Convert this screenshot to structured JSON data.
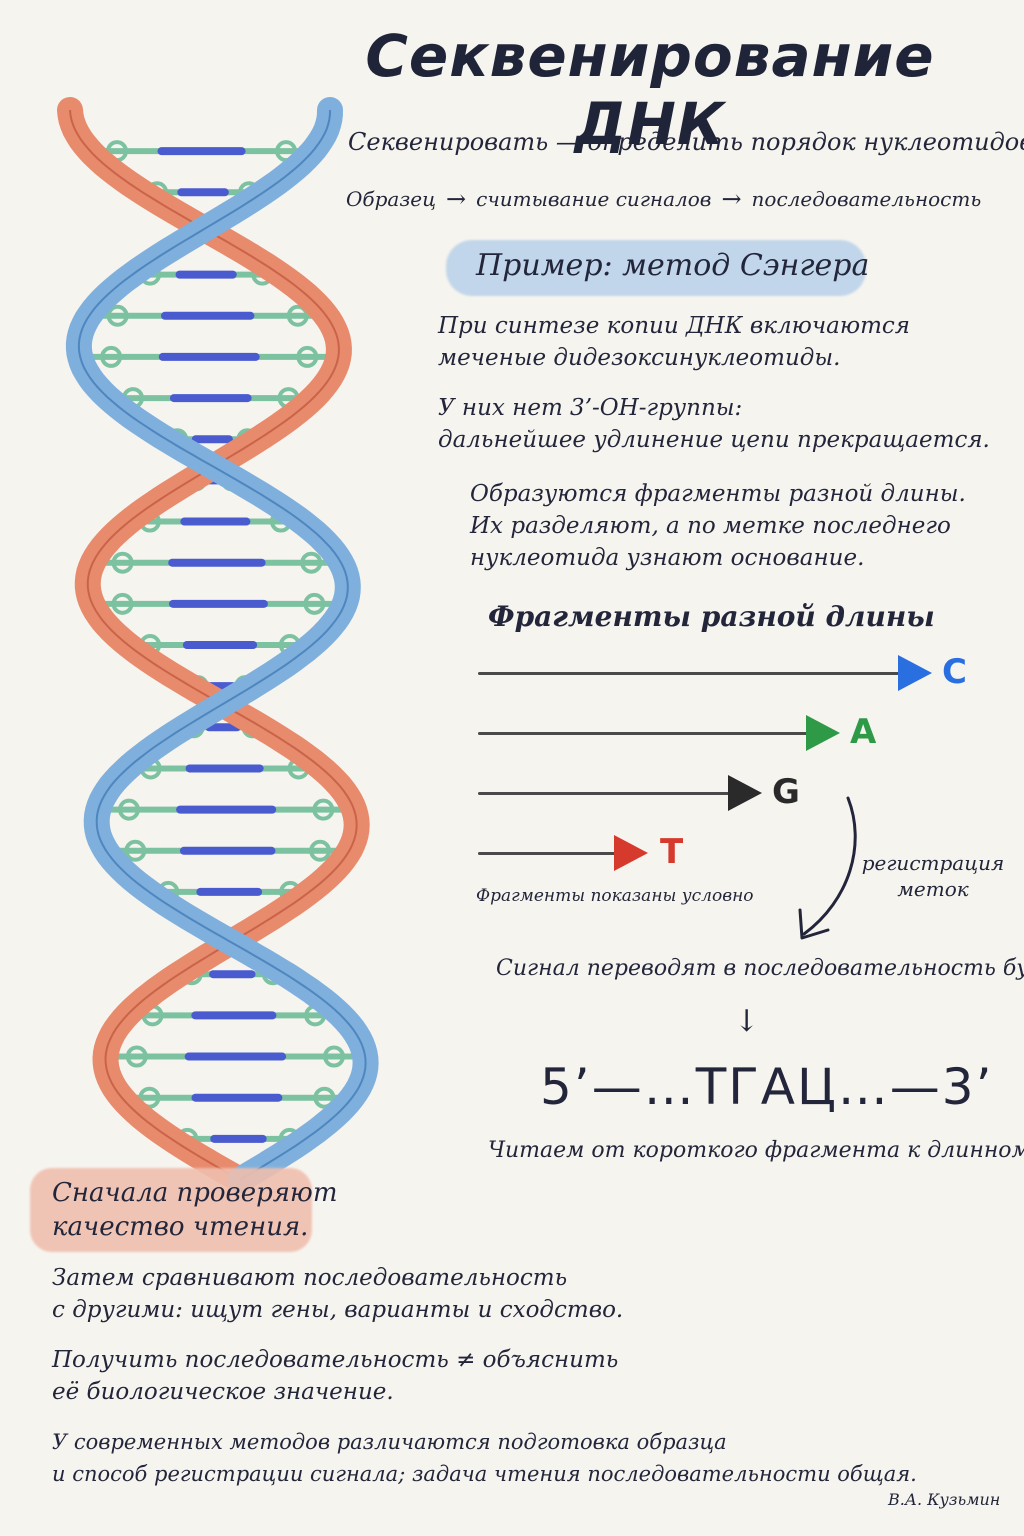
{
  "title": "Секвенирование ДНК",
  "definition": "Секвенировать — определить порядок нуклеотидов.",
  "flow": {
    "step1": "Образец",
    "step2": "считывание сигналов",
    "step3": "последовательность",
    "arrow": "→"
  },
  "example_heading": "Пример: метод Сэнгера",
  "paragraphs": {
    "p1_line1": "При синтезе копии ДНК включаются",
    "p1_line2": "меченые дидезоксинуклеотиды.",
    "p2_line1": "У них нет 3’-OH-группы:",
    "p2_line2": "дальнейшее удлинение цепи прекращается.",
    "p3_line1": "Образуются фрагменты разной длины.",
    "p3_line2": "Их разделяют, а по метке последнего",
    "p3_line3": "нуклеотида узнают основание."
  },
  "fragments": {
    "title": "Фрагменты разной длины",
    "items": [
      {
        "base": "C",
        "color": "#2a6fe0"
      },
      {
        "base": "A",
        "color": "#2e9a48"
      },
      {
        "base": "G",
        "color": "#2a2a2a"
      },
      {
        "base": "T",
        "color": "#d63a2c"
      }
    ],
    "note": "Фрагменты показаны условно",
    "registration_line1": "регистрация",
    "registration_line2": "меток"
  },
  "signal_text": "Сигнал переводят в последовательность букв.",
  "down_arrow": "↓",
  "sequence": "5’—…ТГАЦ…—3’",
  "read_direction": "Читаем от короткого фрагмента к длинному.",
  "bottom": {
    "quality_line1": "Сначала проверяют",
    "quality_line2": "качество чтения.",
    "p4_line1": "Затем сравнивают последовательность",
    "p4_line2": "с другими: ищут гены, варианты и сходство.",
    "p5_line1": "Получить последовательность ≠ объяснить",
    "p5_line2": "её биологическое значение.",
    "p6_line1": "У современных методов различаются подготовка образца",
    "p6_line2": "и способ регистрации сигнала; задача чтения последовательности общая."
  },
  "signature": "В.А. Кузьмин",
  "colors": {
    "strand_orange": "#e88a6c",
    "strand_blue": "#7fb0dd",
    "base_pair_green": "#7cc2a0",
    "base_pair_blue": "#4a5bd0",
    "highlight_blue": "#bcd3ea",
    "highlight_red": "#f0bfae"
  }
}
